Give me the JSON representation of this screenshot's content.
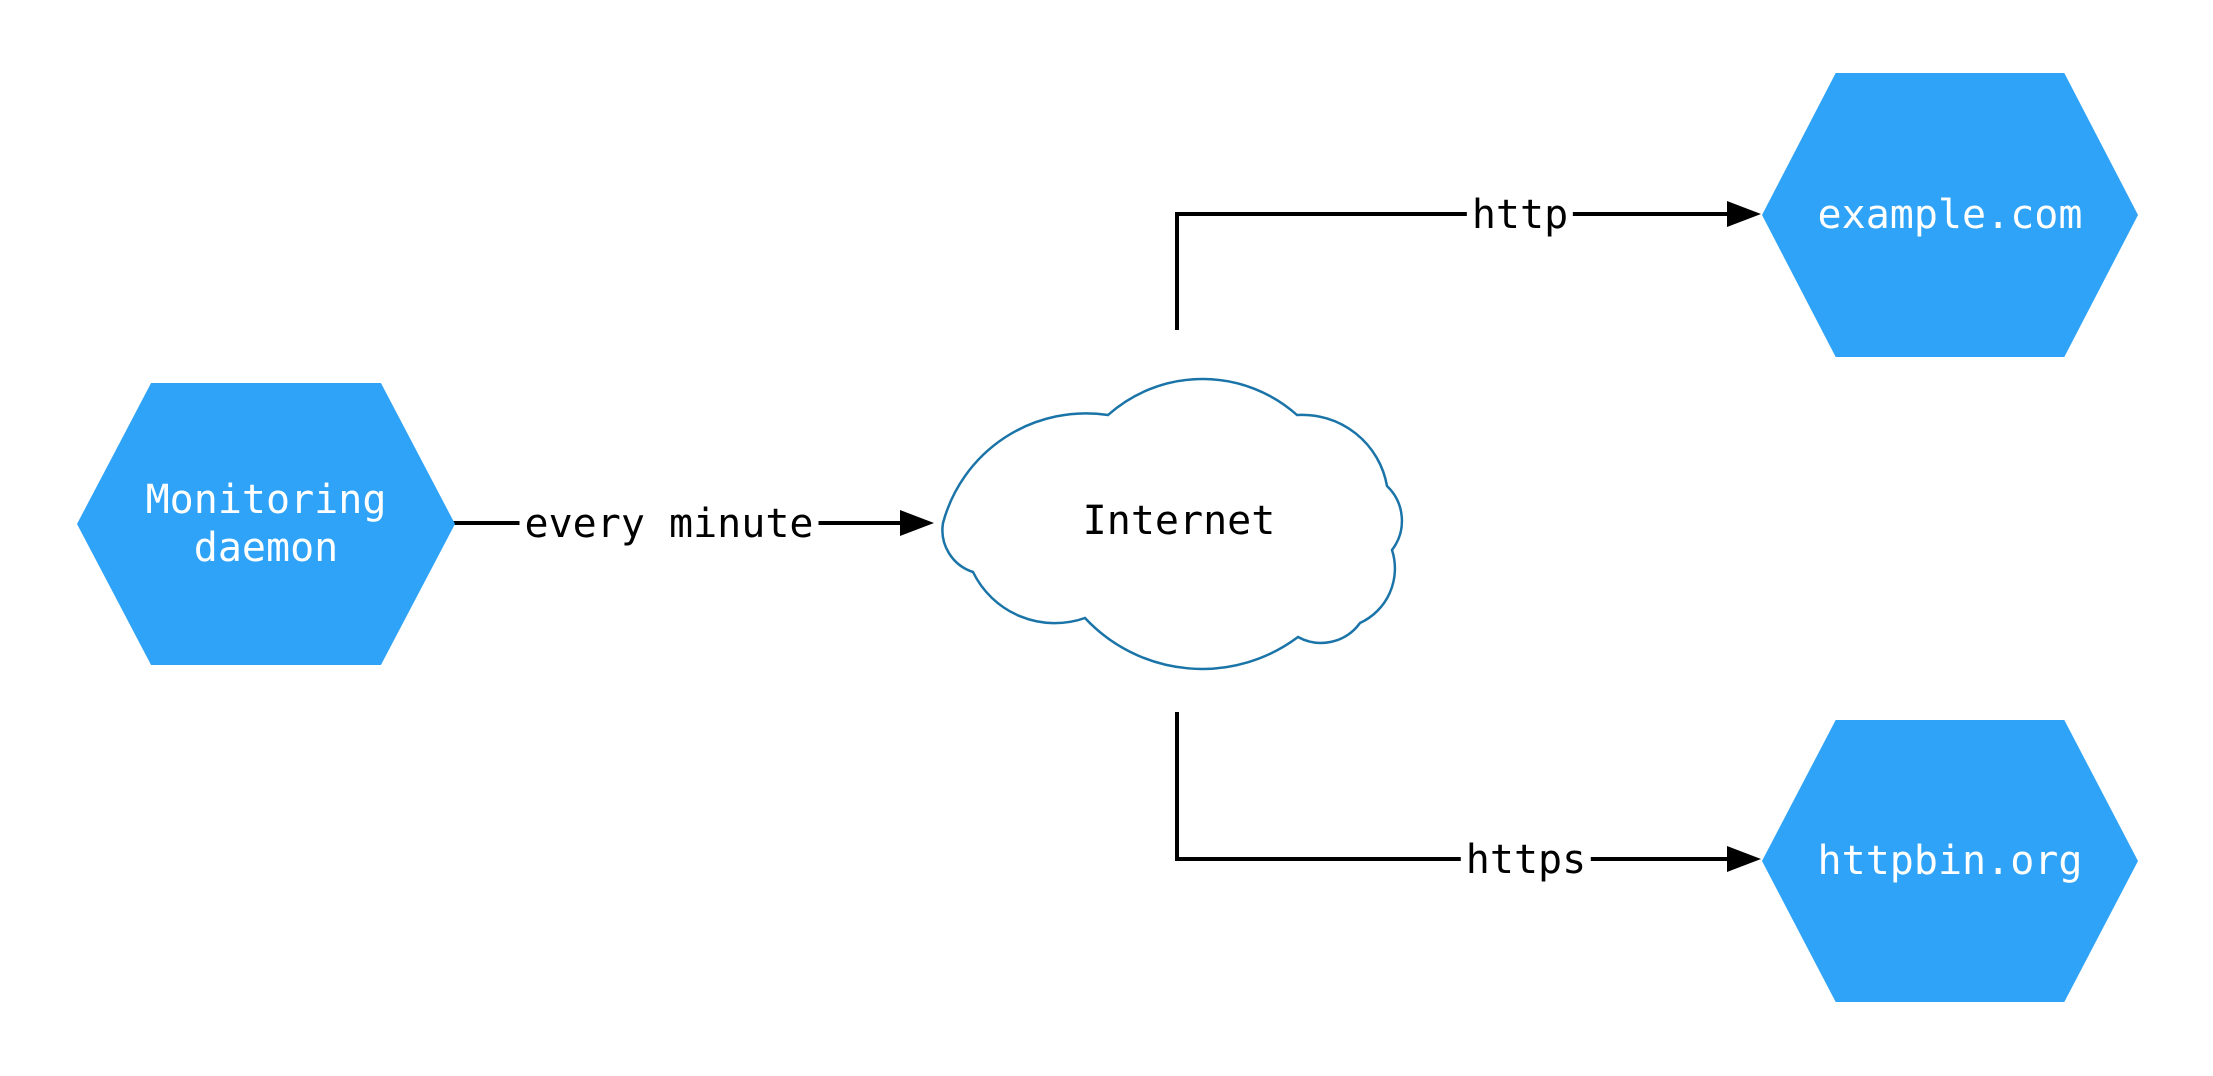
{
  "diagram": {
    "background": "#ffffff",
    "nodes": {
      "monitoring_daemon": {
        "label": "Monitoring\ndaemon",
        "shape": "hexagon",
        "fill": "#2FA3F7",
        "text_color": "#ffffff"
      },
      "internet": {
        "label": "Internet",
        "shape": "cloud",
        "fill": "#ffffff",
        "stroke": "#1A74A8",
        "text_color": "#000000"
      },
      "example_com": {
        "label": "example.com",
        "shape": "hexagon",
        "fill": "#2FA3F7",
        "text_color": "#ffffff"
      },
      "httpbin_org": {
        "label": "httpbin.org",
        "shape": "hexagon",
        "fill": "#2FA3F7",
        "text_color": "#ffffff"
      }
    },
    "edges": [
      {
        "from": "monitoring_daemon",
        "to": "internet",
        "label": "every minute",
        "color": "#000000"
      },
      {
        "from": "internet",
        "to": "example_com",
        "label": "http",
        "color": "#000000"
      },
      {
        "from": "internet",
        "to": "httpbin_org",
        "label": "https",
        "color": "#000000"
      }
    ]
  }
}
